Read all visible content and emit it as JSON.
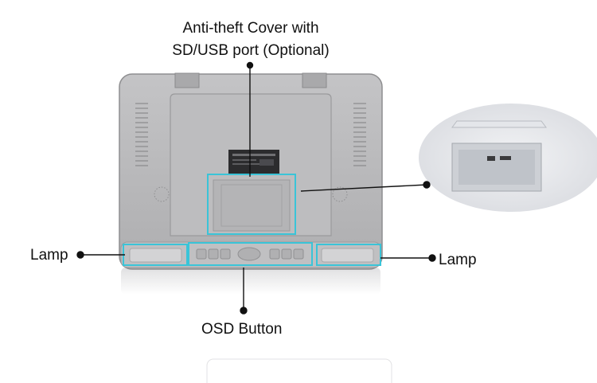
{
  "labels": {
    "anti_theft_line1": "Anti-theft Cover with",
    "anti_theft_line2": "SD/USB port (Optional)",
    "lamp_left": "Lamp",
    "lamp_right": "Lamp",
    "osd_button": "OSD Button"
  },
  "colors": {
    "highlight": "#3ac4d8",
    "device_body": "#b9b9bb",
    "device_edge": "#8e8e90",
    "callout_line": "#111111"
  }
}
